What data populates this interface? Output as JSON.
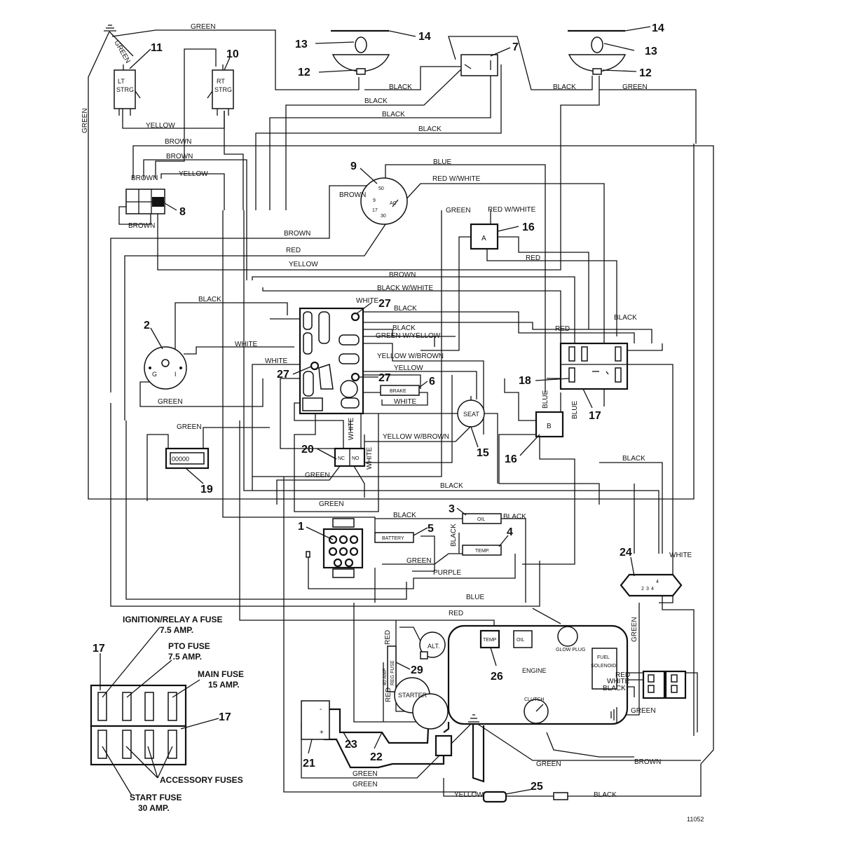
{
  "diagram_id": "11052",
  "callouts": [
    "1",
    "2",
    "3",
    "4",
    "5",
    "6",
    "7",
    "8",
    "9",
    "10",
    "11",
    "12",
    "13",
    "14",
    "15",
    "16",
    "17",
    "18",
    "19",
    "20",
    "21",
    "22",
    "23",
    "24",
    "25",
    "26",
    "27",
    "29"
  ],
  "components": {
    "lt_strg": [
      "LT",
      "STRG"
    ],
    "rt_strg": [
      "RT",
      "STRG"
    ],
    "key_switch_terms": {
      "t50": "50",
      "t9": "9",
      "t17": "17",
      "t30": "30",
      "tac": "AC"
    },
    "relay_a": "A",
    "relay_b": "B",
    "brake": "BRAKE",
    "seat": "SEAT",
    "nc": "NC",
    "no": "NO",
    "oil_light": "OIL",
    "temp_light": "TEMP.",
    "battery_light": "BATTERY",
    "alt": "ALT.",
    "starter": "STARTER",
    "engine": "ENGINE",
    "engine_temp": "TEMP",
    "engine_oil": "OIL",
    "glow_plug": "GLOW PLUG",
    "fuel_solenoid": [
      "FUEL",
      "SOLENOID"
    ],
    "clutch": "CLUTCH",
    "regulator_fuse": [
      "40 AMP",
      "REG FUSE"
    ],
    "hour_meter": "00000",
    "pto_switch_g": "G",
    "pto_switch_i": "I",
    "diode_terms": [
      "1",
      "2",
      "3",
      "4"
    ],
    "battery_minus": "-",
    "battery_plus": "+"
  },
  "fuse_labels": {
    "ignition": [
      "IGNITION/RELAY A FUSE",
      "7.5 AMP."
    ],
    "pto": [
      "PTO FUSE",
      "7.5 AMP."
    ],
    "main": [
      "MAIN FUSE",
      "15 AMP."
    ],
    "accessory": "ACCESSORY FUSES",
    "start": [
      "START FUSE",
      "30 AMP."
    ]
  },
  "wire_labels": [
    "GREEN",
    "GREEN",
    "GREEN",
    "YELLOW",
    "BLACK",
    "BLACK",
    "BLACK",
    "BLACK",
    "BLACK",
    "GREEN",
    "BROWN",
    "BROWN",
    "BROWN",
    "YELLOW",
    "BROWN",
    "BLUE",
    "RED W/WHITE",
    "BROWN",
    "GREEN",
    "RED W/WHITE",
    "RED",
    "YELLOW",
    "RED",
    "BROWN",
    "BLACK W/WHITE",
    "BLACK",
    "WHITE",
    "BLACK",
    "BLACK",
    "GREEN W/YELLOW",
    "WHITE",
    "WHITE",
    "YELLOW W/BROWN",
    "YELLOW",
    "RED",
    "BLACK",
    "WHITE",
    "GREEN",
    "BLUE",
    "BLUE",
    "GREEN",
    "WHITE",
    "WHITE",
    "YELLOW W/BROWN",
    "BLACK",
    "GREEN",
    "BLACK",
    "GREEN",
    "BLACK",
    "BLACK",
    "GREEN",
    "BLACK",
    "PURPLE",
    "WHITE",
    "BLUE",
    "RED",
    "RED",
    "RED",
    "GREEN",
    "RED",
    "WHITE",
    "BLACK",
    "GREEN",
    "GREEN",
    "BROWN",
    "GREEN",
    "GREEN",
    "YELLOW",
    "BLACK",
    "BLACK"
  ]
}
